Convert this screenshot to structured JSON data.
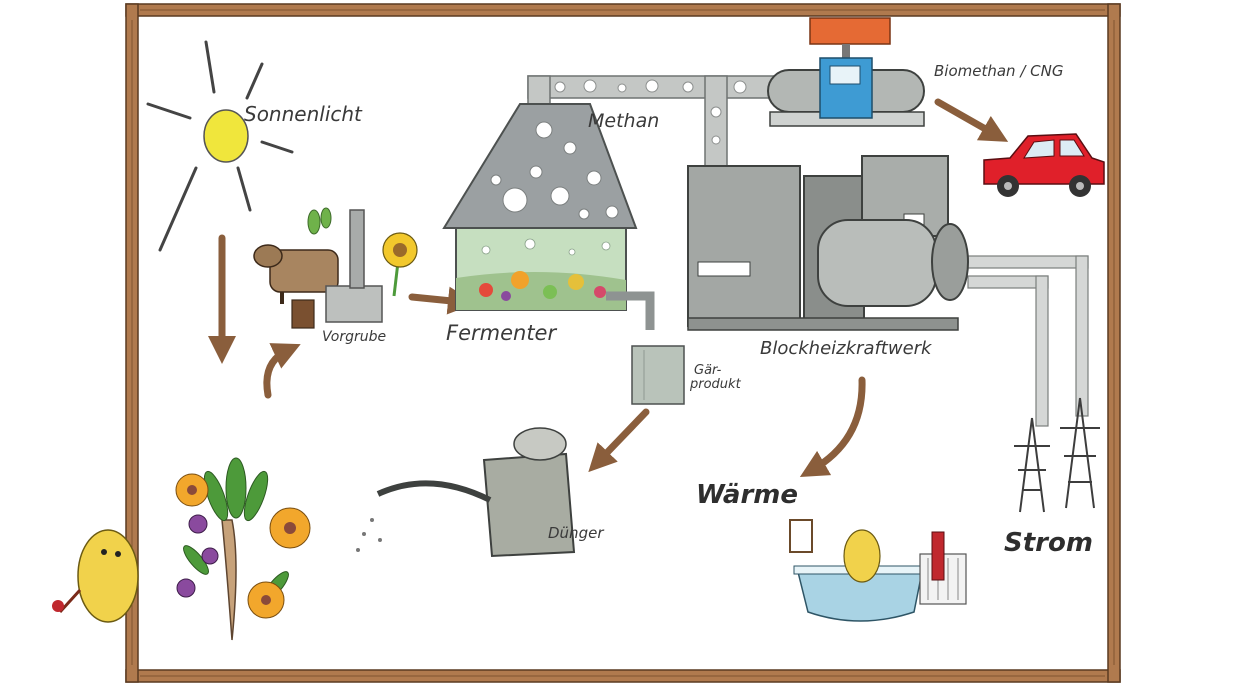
{
  "labels": {
    "sun": "Sonnenlicht",
    "methane": "Methan",
    "biomethane": "Biomethan / CNG",
    "pre_pit": "Vorgrube",
    "fermenter": "Fermenter",
    "chp": "Blockheizkraftwerk",
    "digestate_line1": "Gär-",
    "digestate_line2": "produkt",
    "fertilizer": "Dünger",
    "heat": "Wärme",
    "power": "Strom"
  },
  "colors": {
    "frame": "#a5704a",
    "sun": "#f0e63c",
    "arrow": "#8a5e3c",
    "machine": "#9ea39f",
    "pipe": "#c4c7c5",
    "dome": "#9ba0a2",
    "liquid": "#c6dfc0",
    "car": "#e0202a",
    "pump": "#3e9bd3",
    "pump_top": "#e56a34",
    "tub": "#a9d3e4",
    "flower": "#f2a72c",
    "violet": "#8a4a9e",
    "leaf": "#4d9a3a",
    "carrot": "#c7a27a",
    "potato": "#f1d24b",
    "mast": "#3d3d3d"
  },
  "icons": {
    "sun": "sun-icon",
    "cow": "cow-icon",
    "sunflower": "sunflower-icon",
    "dome": "fermenter-dome-icon",
    "engine": "chp-engine-icon",
    "pump": "gas-pump-icon",
    "tank": "gas-tank-icon",
    "car": "car-icon",
    "pylon": "power-pylon-icon",
    "bathtub": "bathtub-icon",
    "radiator": "radiator-icon",
    "can": "watering-can-icon",
    "bag": "digestate-bag-icon",
    "garden": "garden-plants-icon",
    "mascot": "potato-mascot-icon"
  }
}
